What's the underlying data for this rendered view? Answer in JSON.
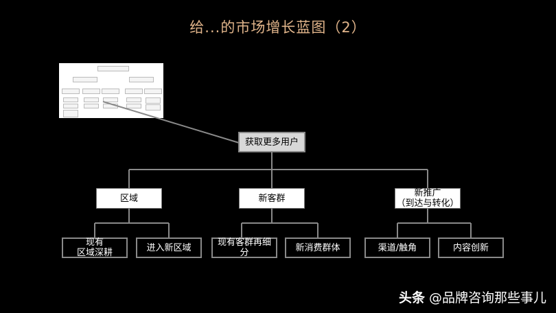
{
  "title": "给...的市场增长蓝图（2）",
  "root": "获取更多用户",
  "level2": [
    "区域",
    "新客群",
    "新推广\n（到达与转化）"
  ],
  "level3": [
    "现有\n区域深耕",
    "进入新区域",
    "现有客群再细\n分",
    "新消费群体",
    "渠道/触角",
    "内容创新"
  ],
  "watermark": {
    "brand": "头条",
    "handle": "@品牌咨询那些事儿"
  },
  "colors": {
    "title": "#e0b48a",
    "background": "#000000",
    "line": "#8a8a8a"
  }
}
